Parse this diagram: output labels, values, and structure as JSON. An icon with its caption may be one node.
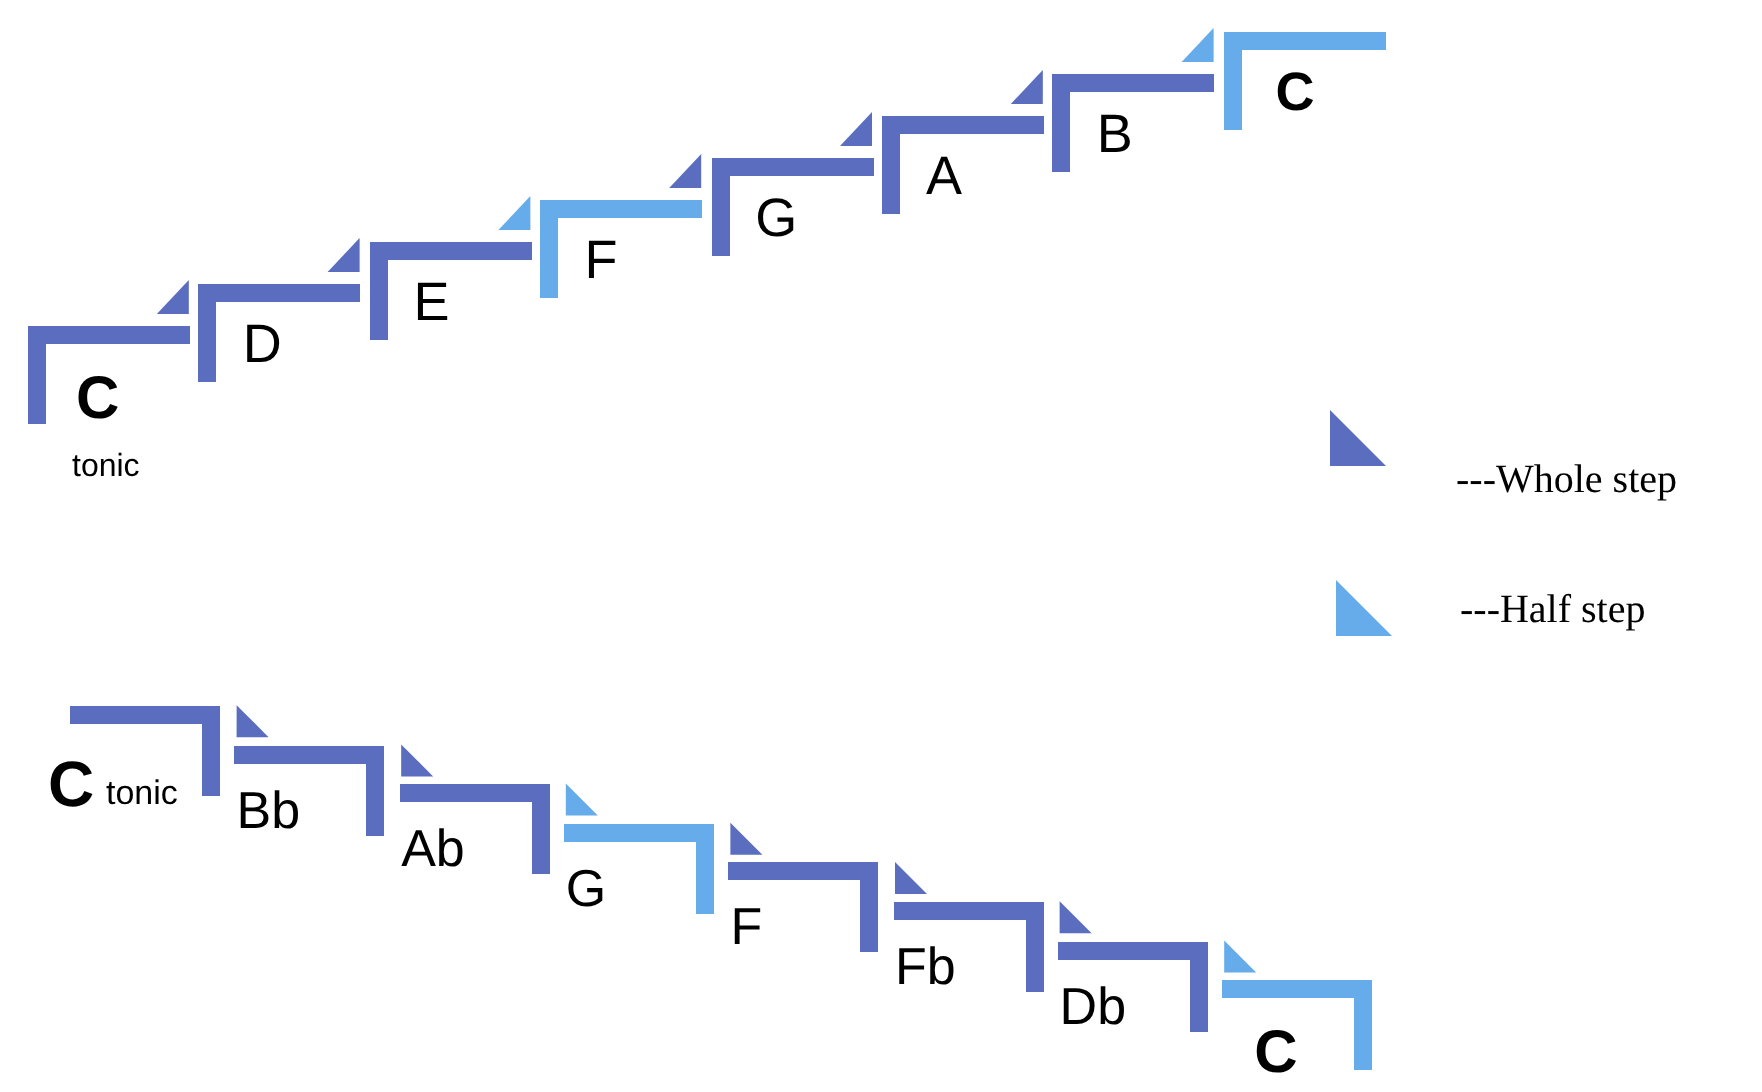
{
  "diagram": {
    "nodes": [
      {
        "text": [
          "C",
          "tonic"
        ]
      },
      {
        "text": [
          "D"
        ]
      },
      {
        "text": [
          "E"
        ]
      },
      {
        "text": [
          "F"
        ]
      },
      {
        "text": [
          "G"
        ]
      },
      {
        "text": [
          "A"
        ]
      },
      {
        "text": [
          "B"
        ]
      },
      {
        "text": [
          "C"
        ]
      },
      {
        "text": [
          "C",
          "tonic"
        ]
      },
      {
        "text": [
          "Bb"
        ]
      },
      {
        "text": [
          "Ab"
        ]
      },
      {
        "text": [
          "G"
        ]
      },
      {
        "text": [
          "F"
        ]
      },
      {
        "text": [
          "Fb"
        ]
      },
      {
        "text": [
          "Db"
        ]
      },
      {
        "text": [
          "C"
        ]
      }
    ],
    "legend": [
      {
        "text": "---Whole step",
        "color": "#5b6dbf"
      },
      {
        "text": "---Half step",
        "color": "#66acea"
      }
    ]
  }
}
